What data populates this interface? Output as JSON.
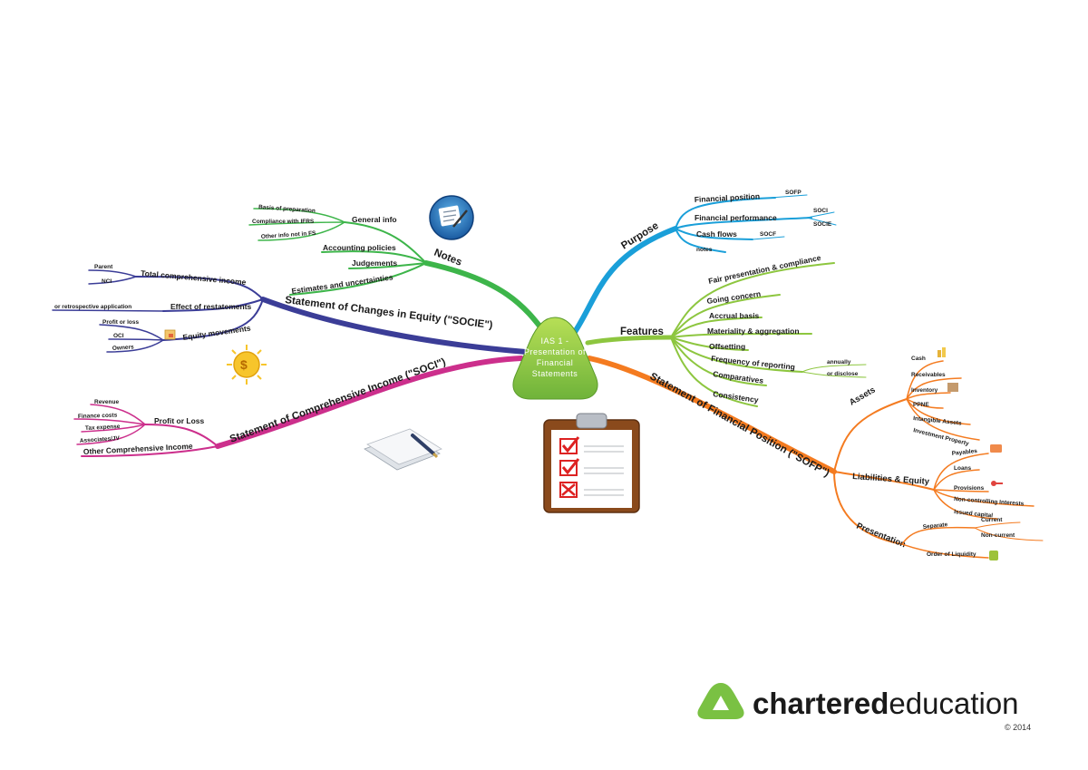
{
  "center": {
    "lines": [
      "IAS 1 -",
      "Presentation of",
      "Financial",
      "Statements"
    ]
  },
  "purpose": {
    "label": "Purpose",
    "items": [
      {
        "label": "Financial position",
        "tags": [
          "SOFP"
        ]
      },
      {
        "label": "Financial performance",
        "tags": [
          "SOCI",
          "SOCIE"
        ]
      },
      {
        "label": "Cash flows",
        "tags": [
          "SOCF"
        ]
      },
      {
        "label": "notes",
        "tags": []
      }
    ]
  },
  "features": {
    "label": "Features",
    "items": [
      "Fair presentation & compliance",
      "Going concern",
      "Accrual basis",
      "Materiality & aggregation",
      "Offsetting",
      "Frequency of reporting",
      "Comparatives",
      "Consistency"
    ],
    "frequency_sub": [
      "annually",
      "or disclose"
    ]
  },
  "sofp": {
    "label": "Statement of Financial Position (\"SOFP\")",
    "assets": {
      "label": "Assets",
      "items": [
        "Cash",
        "Receivables",
        "Inventory",
        "PPNE",
        "Intangible Assets",
        "Investment Property"
      ]
    },
    "liabilities": {
      "label": "Liabilities & Equity",
      "items": [
        "Payables",
        "Loans",
        "Provisions",
        "Non-controlling Interests",
        "Issued capital"
      ]
    },
    "presentation": {
      "label": "Presentation",
      "separate": "Separate",
      "separate_sub": [
        "Current",
        "Non-current"
      ],
      "liquidity": "Order of Liquidity"
    }
  },
  "notes": {
    "label": "Notes",
    "general": {
      "label": "General info",
      "items": [
        "Basis of preparation",
        "Compliance with IFRS",
        "Other info not in FS"
      ]
    },
    "items": [
      "Accounting policies",
      "Judgements",
      "Estimates and uncertainties"
    ]
  },
  "socie": {
    "label": "Statement of Changes in Equity (\"SOCIE\")",
    "tci": {
      "label": "Total comprehensive income",
      "items": [
        "Parent",
        "NCI"
      ]
    },
    "restatements": {
      "label": "Effect of restatements",
      "items": [
        "or retrospective application"
      ]
    },
    "equity": {
      "label": "Equity movements",
      "items": [
        "Profit or loss",
        "OCI",
        "Owners"
      ]
    }
  },
  "soci": {
    "label": "Statement of Comprehensive Income (\"SOCI\")",
    "pl": {
      "label": "Profit or Loss",
      "items": [
        "Revenue",
        "Finance costs",
        "Tax expense",
        "Associates/JV"
      ]
    },
    "oci": "Other Comprehensive Income"
  },
  "brand": {
    "part1": "chartered",
    "part2": "education",
    "copyright": "© 2014"
  },
  "colors": {
    "purpose": "#1a9fd9",
    "features": "#8dc63f",
    "sofp": "#f47b20",
    "notes": "#3db54a",
    "socie": "#3b3d97",
    "soci": "#cc2f8c",
    "logo": "#7ac143"
  }
}
